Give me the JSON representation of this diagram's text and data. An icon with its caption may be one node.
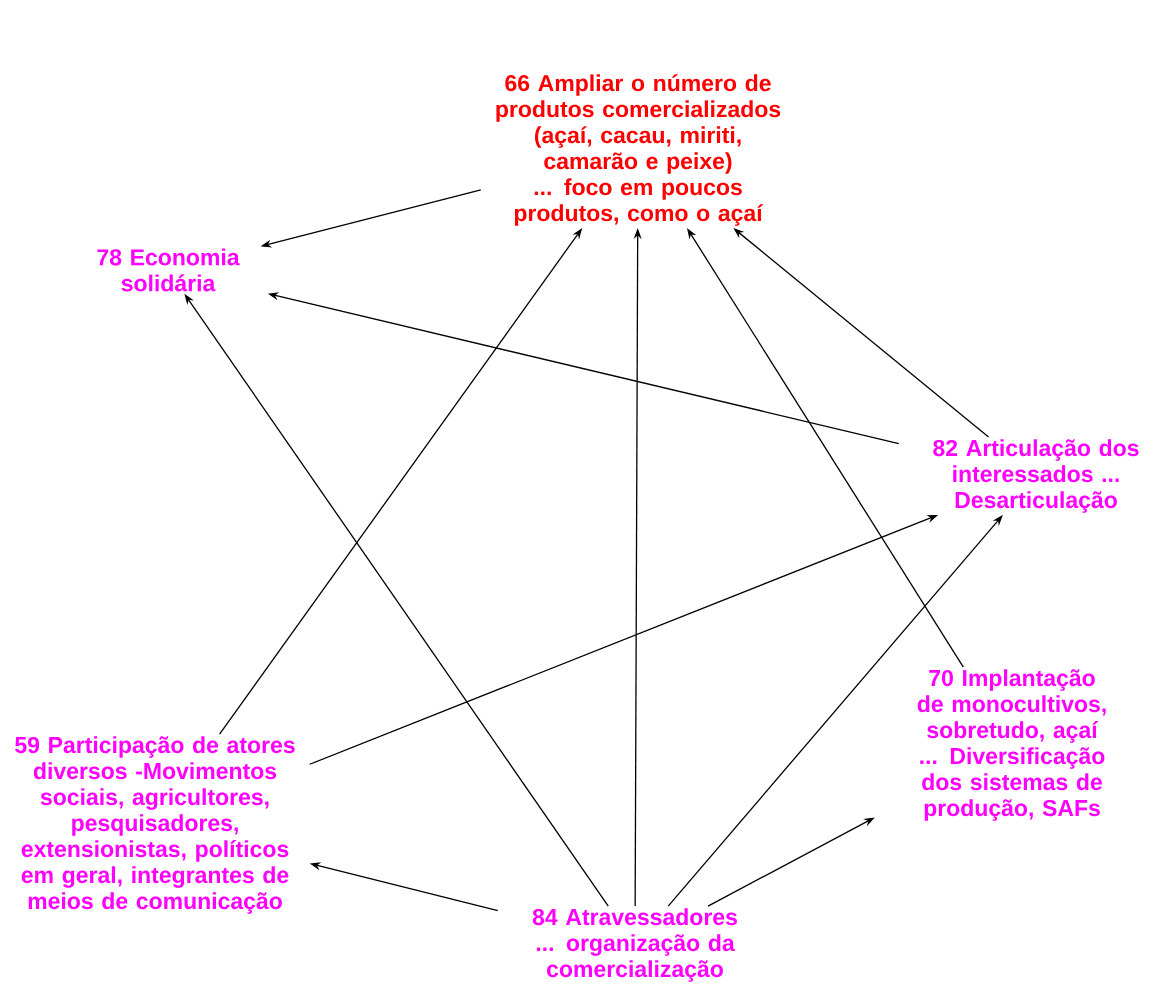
{
  "diagram": {
    "nodes": [
      {
        "text": [
          "66 Ampliar o número de produtos comercializados (açaí, cacau, miriti, camarão e peixe) ... foco em poucos produtos, como o açaí"
        ]
      },
      {
        "text": [
          "78 Economia solidária"
        ]
      },
      {
        "text": [
          "82 Articulação dos interessados ... Desarticulação"
        ]
      },
      {
        "text": [
          "59 Participação de atores diversos -Movimentos sociais, agricultores, pesquisadores, extensionistas, políticos em geral, integrantes de meios de comunicação"
        ]
      },
      {
        "text": [
          "70 Implantação de monocultivos, sobretudo, açaí ... Diversificação dos sistemas de produção, SAFs"
        ]
      },
      {
        "text": [
          "84 Atravessadores ... organização da comercialização"
        ]
      }
    ],
    "edges": [
      {
        "from": 0,
        "to": 1,
        "arrow": "to"
      },
      {
        "from": 3,
        "to": 0,
        "arrow": "to"
      },
      {
        "from": 5,
        "to": 0,
        "arrow": "to"
      },
      {
        "from": 4,
        "to": 0,
        "arrow": "to"
      },
      {
        "from": 2,
        "to": 0,
        "arrow": "to"
      },
      {
        "from": 2,
        "to": 1,
        "arrow": "to"
      },
      {
        "from": 5,
        "to": 1,
        "arrow": "to"
      },
      {
        "from": 3,
        "to": 2,
        "arrow": "to"
      },
      {
        "from": 5,
        "to": 2,
        "arrow": "to"
      },
      {
        "from": 5,
        "to": 3,
        "arrow": "to"
      },
      {
        "from": 5,
        "to": 4,
        "arrow": "to"
      }
    ]
  }
}
